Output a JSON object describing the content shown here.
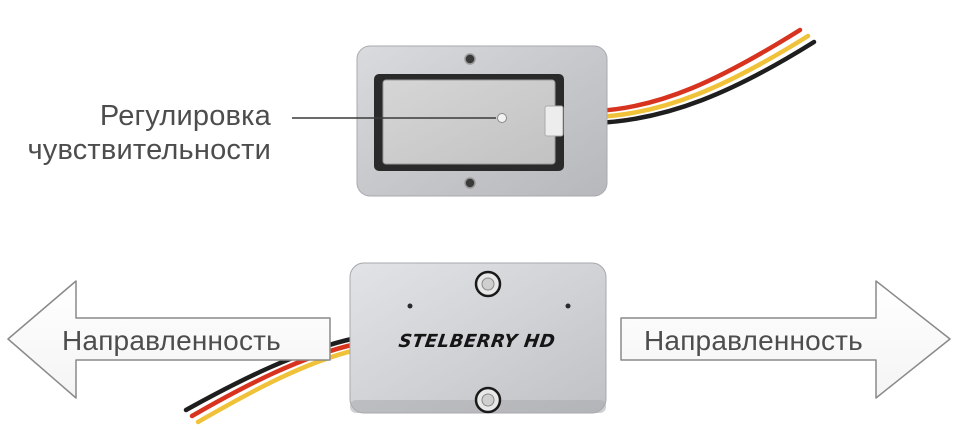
{
  "callout": {
    "line1": "Регулировка",
    "line2": "чувствительности"
  },
  "arrows": {
    "left_label": "Направленность",
    "right_label": "Направленность"
  },
  "device": {
    "brand": "STELBERRY HD"
  },
  "colors": {
    "wire_red": "#d8331f",
    "wire_yellow": "#f0c23a",
    "wire_black": "#1e1e1e",
    "housing": "#c9cbcf",
    "text": "#4d4d4d"
  }
}
